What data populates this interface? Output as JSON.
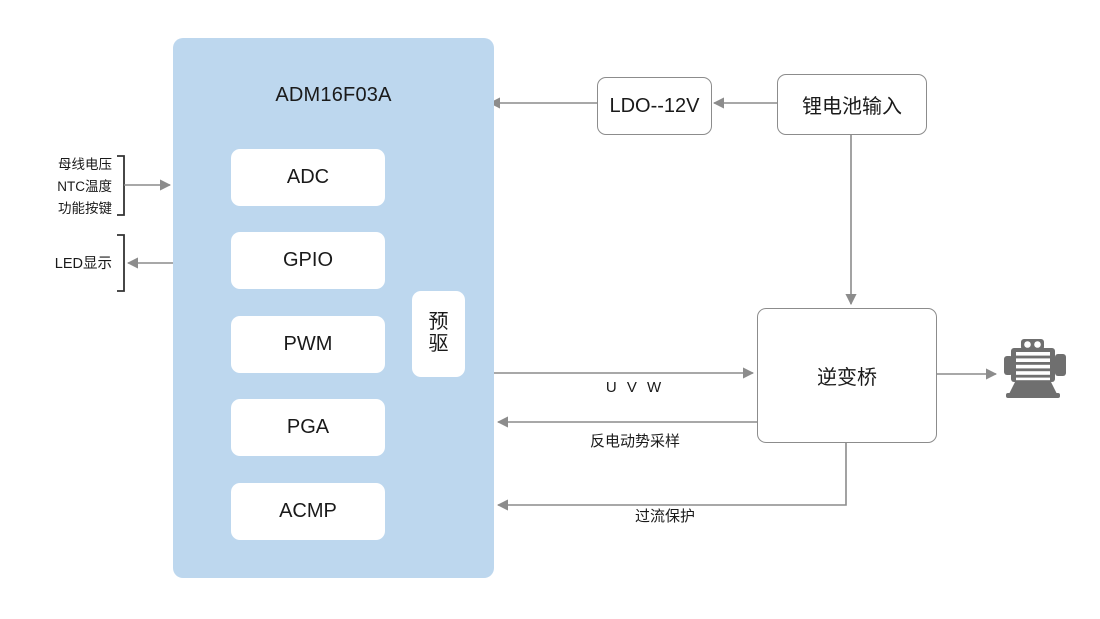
{
  "diagram": {
    "title": "",
    "colors": {
      "mcu_panel_fill": "#bdd7ee",
      "module_fill": "#ffffff",
      "line": "#8c8c8c",
      "text": "#1a1a1a",
      "motor_icon": "#6f6f6f"
    }
  },
  "mcu": {
    "name": "ADM16F03A",
    "modules": [
      {
        "label": "ADC"
      },
      {
        "label": "GPIO"
      },
      {
        "label": "PWM"
      },
      {
        "label": "PGA"
      },
      {
        "label": "ACMP"
      }
    ],
    "pre_driver": {
      "label": "预驱"
    }
  },
  "inputs": {
    "bracket_top": [
      {
        "label": "母线电压"
      },
      {
        "label": "NTC温度"
      },
      {
        "label": "功能按键"
      }
    ],
    "bracket_bottom": [
      {
        "label": "LED显示"
      }
    ]
  },
  "power": {
    "ldo": {
      "label": "LDO--12V"
    },
    "battery": {
      "label": "锂电池输入"
    }
  },
  "power_stage": {
    "bridge": {
      "label": "逆变桥"
    },
    "motor": {
      "icon": "motor-icon"
    }
  },
  "signals": {
    "phase_out": {
      "label": "U V W"
    },
    "bemf_sense": {
      "label": "反电动势采样"
    },
    "over_current": {
      "label": "过流保护"
    }
  }
}
